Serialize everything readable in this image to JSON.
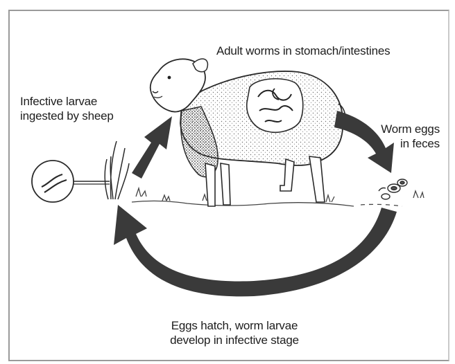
{
  "labels": {
    "adult_worms": "Adult worms in stomach/intestines",
    "infective_larvae": "Infective larvae\ningested by sheep",
    "worm_eggs": "Worm eggs\nin feces",
    "eggs_hatch": "Eggs hatch, worm larvae\ndevelop in infective stage"
  },
  "icons": {
    "subject": "sheep-illustration",
    "magnifier": "larvae-magnifier-icon",
    "arrows": "cycle-arrow"
  },
  "colors": {
    "arrow": "#3a3a3a",
    "border": "#9a9a9a",
    "ink": "#1d1d1d"
  }
}
